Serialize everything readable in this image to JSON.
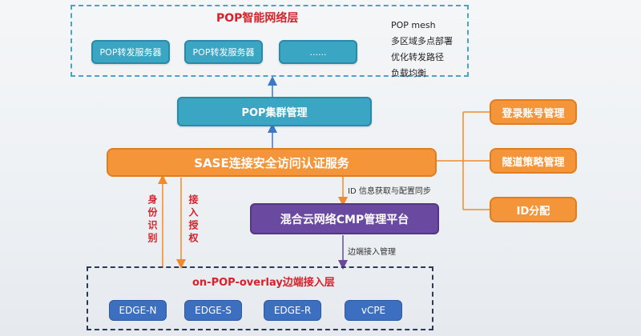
{
  "pop_layer": {
    "title": "POP智能网络层",
    "servers": [
      "POP转发服务器",
      "POP转发服务器",
      "......"
    ],
    "features": [
      "POP mesh",
      "多区域多点部署",
      "优化转发路径",
      "负载均衡"
    ]
  },
  "pop_cluster": {
    "label": "POP集群管理"
  },
  "sase_service": {
    "label": "SASE连接安全访问认证服务"
  },
  "side_services": [
    "登录账号管理",
    "隧道策略管理",
    "ID分配"
  ],
  "id_sync_label": "ID 信息获取与配置同步",
  "cmp_platform": {
    "label": "混合云网络CMP管理平台"
  },
  "edge_access_label": "边端接入管理",
  "left_labels": {
    "identity": "身份识别",
    "access_auth": "接入授权"
  },
  "edge_layer": {
    "title": "on-POP-overlay边端接入层",
    "nodes": [
      "EDGE-N",
      "EDGE-S",
      "EDGE-R",
      "vCPE"
    ]
  },
  "colors": {
    "teal": "#3aa6c4",
    "orange": "#f5953a",
    "purple": "#6a4aa0",
    "blue": "#3c6fc0",
    "red_title": "#d6222a"
  }
}
